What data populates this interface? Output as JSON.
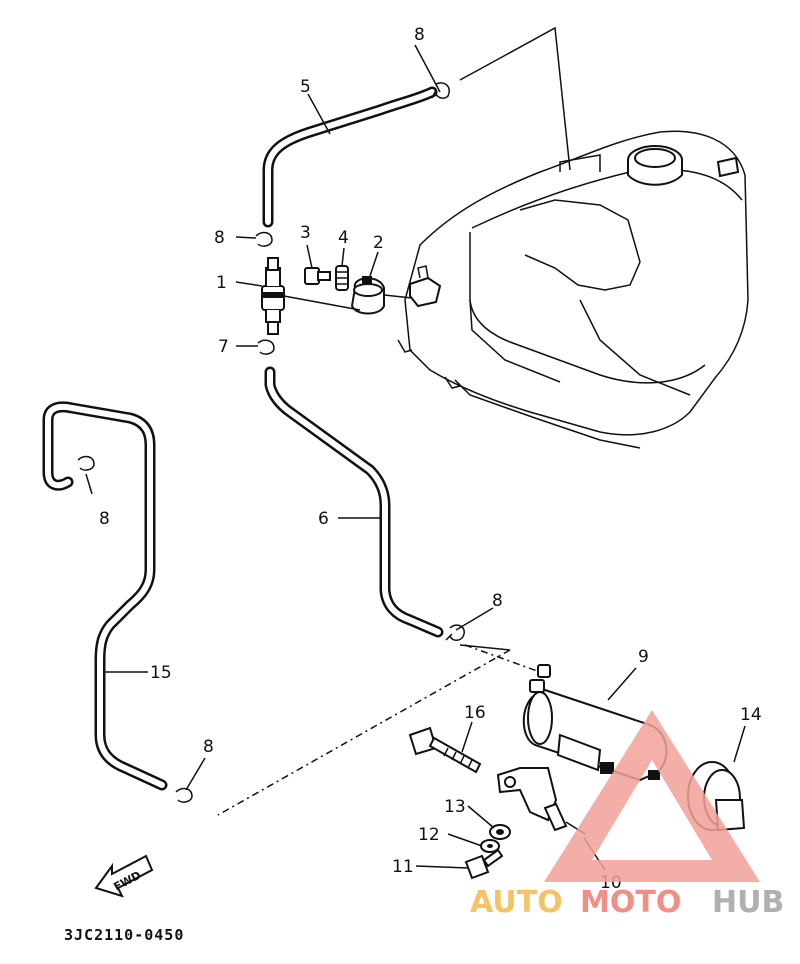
{
  "diagram": {
    "catalog_code": "3JC2110-0450",
    "direction_label": "FWD",
    "callouts": [
      "8",
      "5",
      "8",
      "3",
      "4",
      "2",
      "1",
      "7",
      "8",
      "6",
      "8",
      "9",
      "14",
      "15",
      "16",
      "8",
      "13",
      "12",
      "10",
      "11"
    ]
  },
  "watermark": {
    "part1": "AUTO",
    "part2": "MOTO",
    "part3": "HUB",
    "colors": {
      "auto": "#f5b94a",
      "moto": "#f07b72",
      "hub": "#a3a3a3",
      "triangle": "#f2a19a"
    }
  }
}
